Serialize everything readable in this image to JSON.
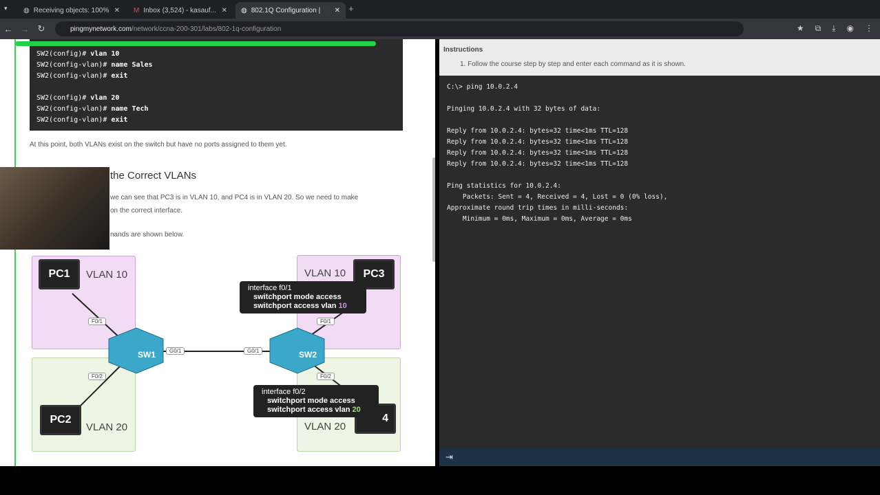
{
  "browser": {
    "tabs": [
      {
        "title": "Receiving objects: 100%"
      },
      {
        "title": "Inbox (3,524) - kasauf..."
      },
      {
        "title": "802.1Q Configuration |"
      }
    ],
    "url_domain": "pingmynetwork.com",
    "url_path": "/network/ccna-200-301/labs/802-1q-configuration"
  },
  "article": {
    "code_lines": [
      "SW2(config)# vlan 10",
      "SW2(config-vlan)# name Sales",
      "SW2(config-vlan)# exit",
      "",
      "SW2(config)# vlan 20",
      "SW2(config-vlan)# name Tech",
      "SW2(config-vlan)# exit"
    ],
    "para1": "At this point, both VLANs exist on the switch but have no ports assigned to them yet.",
    "heading": "the Correct VLANs",
    "para2a": "we can see that PC3 is in VLAN 10, and PC4 is in VLAN 20. So we need to make",
    "para2b": "on the correct interface.",
    "para3": "nands are shown below.",
    "diagram": {
      "pc1": "PC1",
      "pc2": "PC2",
      "pc3": "PC3",
      "pc4": "4",
      "vlan10": "VLAN 10",
      "vlan20": "VLAN 20",
      "sw1": "SW1",
      "sw2": "SW2",
      "ports": {
        "sw1_f01": "F0/1",
        "sw1_f02": "F0/2",
        "sw1_g01": "G0/1",
        "sw2_g01": "G0/1",
        "sw2_f01": "F0/1",
        "sw2_f02": "F0/2"
      },
      "tip1": {
        "title": "interface f0/1",
        "l1": "switchport mode access",
        "l2": "switchport access vlan",
        "vlan": "10"
      },
      "tip2": {
        "title": "interface f0/2",
        "l1": "switchport mode access",
        "l2": "switchport access vlan",
        "vlan": "20"
      }
    }
  },
  "instructions": {
    "title": "Instructions",
    "step": "1. Follow the course step by step and enter each command as it is shown."
  },
  "terminal": {
    "text": "C:\\> ping 10.0.2.4\n\nPinging 10.0.2.4 with 32 bytes of data:\n\nReply from 10.0.2.4: bytes=32 time<1ms TTL=128\nReply from 10.0.2.4: bytes=32 time<1ms TTL=128\nReply from 10.0.2.4: bytes=32 time<1ms TTL=128\nReply from 10.0.2.4: bytes=32 time<1ms TTL=128\n\nPing statistics for 10.0.2.4:\n    Packets: Sent = 4, Received = 4, Lost = 0 (0% loss),\nApproximate round trip times in milli-seconds:\n    Minimum = 0ms, Maximum = 0ms, Average = 0ms"
  },
  "icons": {
    "exit": "exit-icon"
  }
}
